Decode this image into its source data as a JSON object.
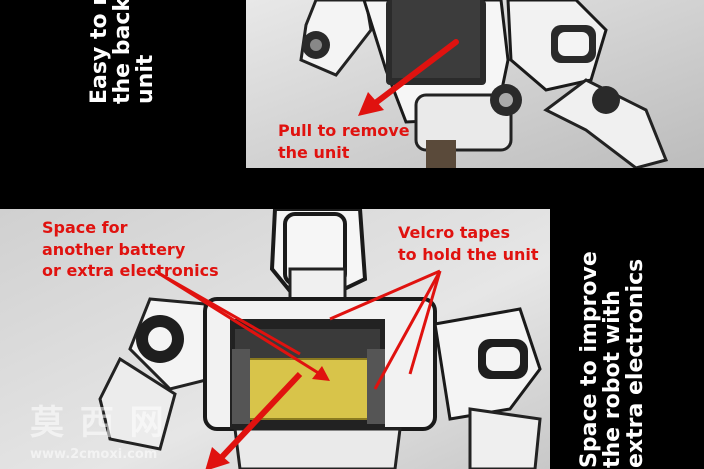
{
  "left_vertical_text": [
    "Easy to r",
    "the back",
    "unit"
  ],
  "right_vertical_text": [
    "Space  to improve",
    "the robot with",
    "extra electronics"
  ],
  "callouts": {
    "pull": [
      "Pull to remove",
      "the unit"
    ],
    "space": [
      "Space for",
      "another battery",
      "or extra electronics"
    ],
    "velcro": [
      "Velcro tapes",
      "to hold the unit"
    ]
  },
  "watermark": {
    "cjk": "莫 西 网",
    "url": "www.2cmoxi.com"
  },
  "colors": {
    "annotation_red": "#e0120f",
    "background": "#000000",
    "battery_yellow": "#d8c44a"
  }
}
